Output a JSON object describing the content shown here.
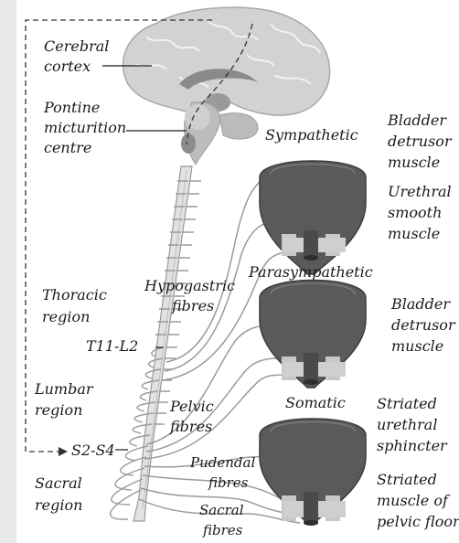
{
  "labels": {
    "cerebral_cortex": [
      "Cerebral",
      "cortex"
    ],
    "pontine_micturition_centre": [
      "Pontine",
      "micturition",
      "centre"
    ],
    "thoracic_region": [
      "Thoracic",
      "region"
    ],
    "t11_l2": "T11-L2",
    "lumbar_region": [
      "Lumbar",
      "region"
    ],
    "s2_s4": "S2-S4",
    "sacral_region": [
      "Sacral",
      "region"
    ],
    "hypogastric_fibres": [
      "Hypogastric",
      "fibres"
    ],
    "pelvic_fibres": [
      "Pelvic",
      "fibres"
    ],
    "pudendal_fibres": [
      "Pudendal",
      "fibres"
    ],
    "sacral_fibres": [
      "Sacral",
      "fibres"
    ]
  },
  "bladders": [
    {
      "heading": "Sympathetic",
      "targets": [
        "Bladder",
        "detrusor",
        "muscle",
        "Urethral",
        "smooth",
        "muscle"
      ]
    },
    {
      "heading": "Parasympathetic",
      "targets": [
        "Bladder",
        "detrusor",
        "muscle"
      ]
    },
    {
      "heading": "Somatic",
      "targets": [
        "Striated",
        "urethral",
        "sphincter",
        "Striated",
        "muscle of",
        "pelvic floor"
      ]
    }
  ],
  "colors": {
    "background": "#e9e9e9",
    "panel": "#ffffff",
    "bladder_fill": "#5a5a5a",
    "bladder_rim": "#9a9a9a",
    "brain_fill": "#d2d2d2",
    "nerve": "#9a9a9a",
    "text": "#1a1a1a"
  }
}
